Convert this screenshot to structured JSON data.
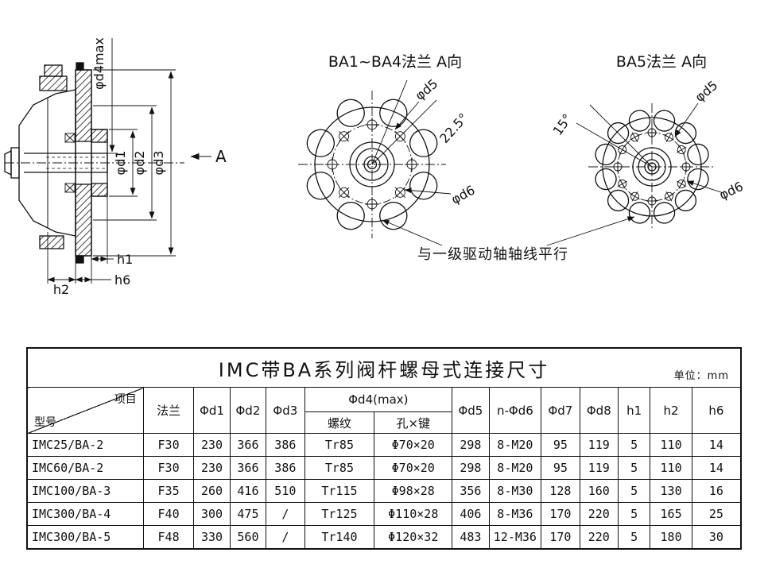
{
  "page": {
    "background": "#ffffff",
    "line_color": "#111111"
  },
  "drawings": {
    "side_view": {
      "labels": {
        "d4max": "φd4max",
        "d1": "φd1",
        "d2": "φd2",
        "d3": "φd3",
        "view_arrow": "A",
        "h1": "h1",
        "h2": "h2",
        "h6": "h6"
      }
    },
    "flange_ba1_ba4": {
      "title": "BA1~BA4法兰 A向",
      "labels": {
        "d5": "φd5",
        "angle": "22.5°",
        "d6": "φd6"
      }
    },
    "flange_ba5": {
      "title": "BA5法兰 A向",
      "labels": {
        "d5": "φd5",
        "angle": "15°",
        "d6": "φd6"
      }
    },
    "callout": "与一级驱动轴轴线平行"
  },
  "table": {
    "title": "IMC带BA系列阀杆螺母式连接尺寸",
    "unit_note": "单位：mm",
    "corner": {
      "top": "项目",
      "bottom": "型号"
    },
    "headers": {
      "flange": "法兰",
      "d1": "Φd1",
      "d2": "Φd2",
      "d3": "Φd3",
      "d4": "Φd4(max)",
      "d4_thread": "螺纹",
      "d4_hole": "孔×键",
      "d5": "Φd5",
      "d6": "n-Φd6",
      "d7": "Φd7",
      "d8": "Φd8",
      "h1": "h1",
      "h2": "h2",
      "h6": "h6"
    },
    "rows": [
      {
        "model": "IMC25/BA-2",
        "flange": "F30",
        "d1": "230",
        "d2": "366",
        "d3": "386",
        "thread": "Tr85",
        "hole_key": "Φ70×20",
        "d5": "298",
        "d6": "8-M20",
        "d7": "95",
        "d8": "119",
        "h1": "5",
        "h2": "110",
        "h6": "14"
      },
      {
        "model": "IMC60/BA-2",
        "flange": "F30",
        "d1": "230",
        "d2": "366",
        "d3": "386",
        "thread": "Tr85",
        "hole_key": "Φ70×20",
        "d5": "298",
        "d6": "8-M20",
        "d7": "95",
        "d8": "119",
        "h1": "5",
        "h2": "110",
        "h6": "14"
      },
      {
        "model": "IMC100/BA-3",
        "flange": "F35",
        "d1": "260",
        "d2": "416",
        "d3": "510",
        "thread": "Tr115",
        "hole_key": "Φ98×28",
        "d5": "356",
        "d6": "8-M30",
        "d7": "128",
        "d8": "160",
        "h1": "5",
        "h2": "130",
        "h6": "16"
      },
      {
        "model": "IMC300/BA-4",
        "flange": "F40",
        "d1": "300",
        "d2": "475",
        "d3": "/",
        "thread": "Tr125",
        "hole_key": "Φ110×28",
        "d5": "406",
        "d6": "8-M36",
        "d7": "170",
        "d8": "220",
        "h1": "5",
        "h2": "165",
        "h6": "25"
      },
      {
        "model": "IMC300/BA-5",
        "flange": "F48",
        "d1": "330",
        "d2": "560",
        "d3": "/",
        "thread": "Tr140",
        "hole_key": "Φ120×32",
        "d5": "483",
        "d6": "12-M36",
        "d7": "170",
        "d8": "220",
        "h1": "5",
        "h2": "180",
        "h6": "30"
      }
    ]
  }
}
